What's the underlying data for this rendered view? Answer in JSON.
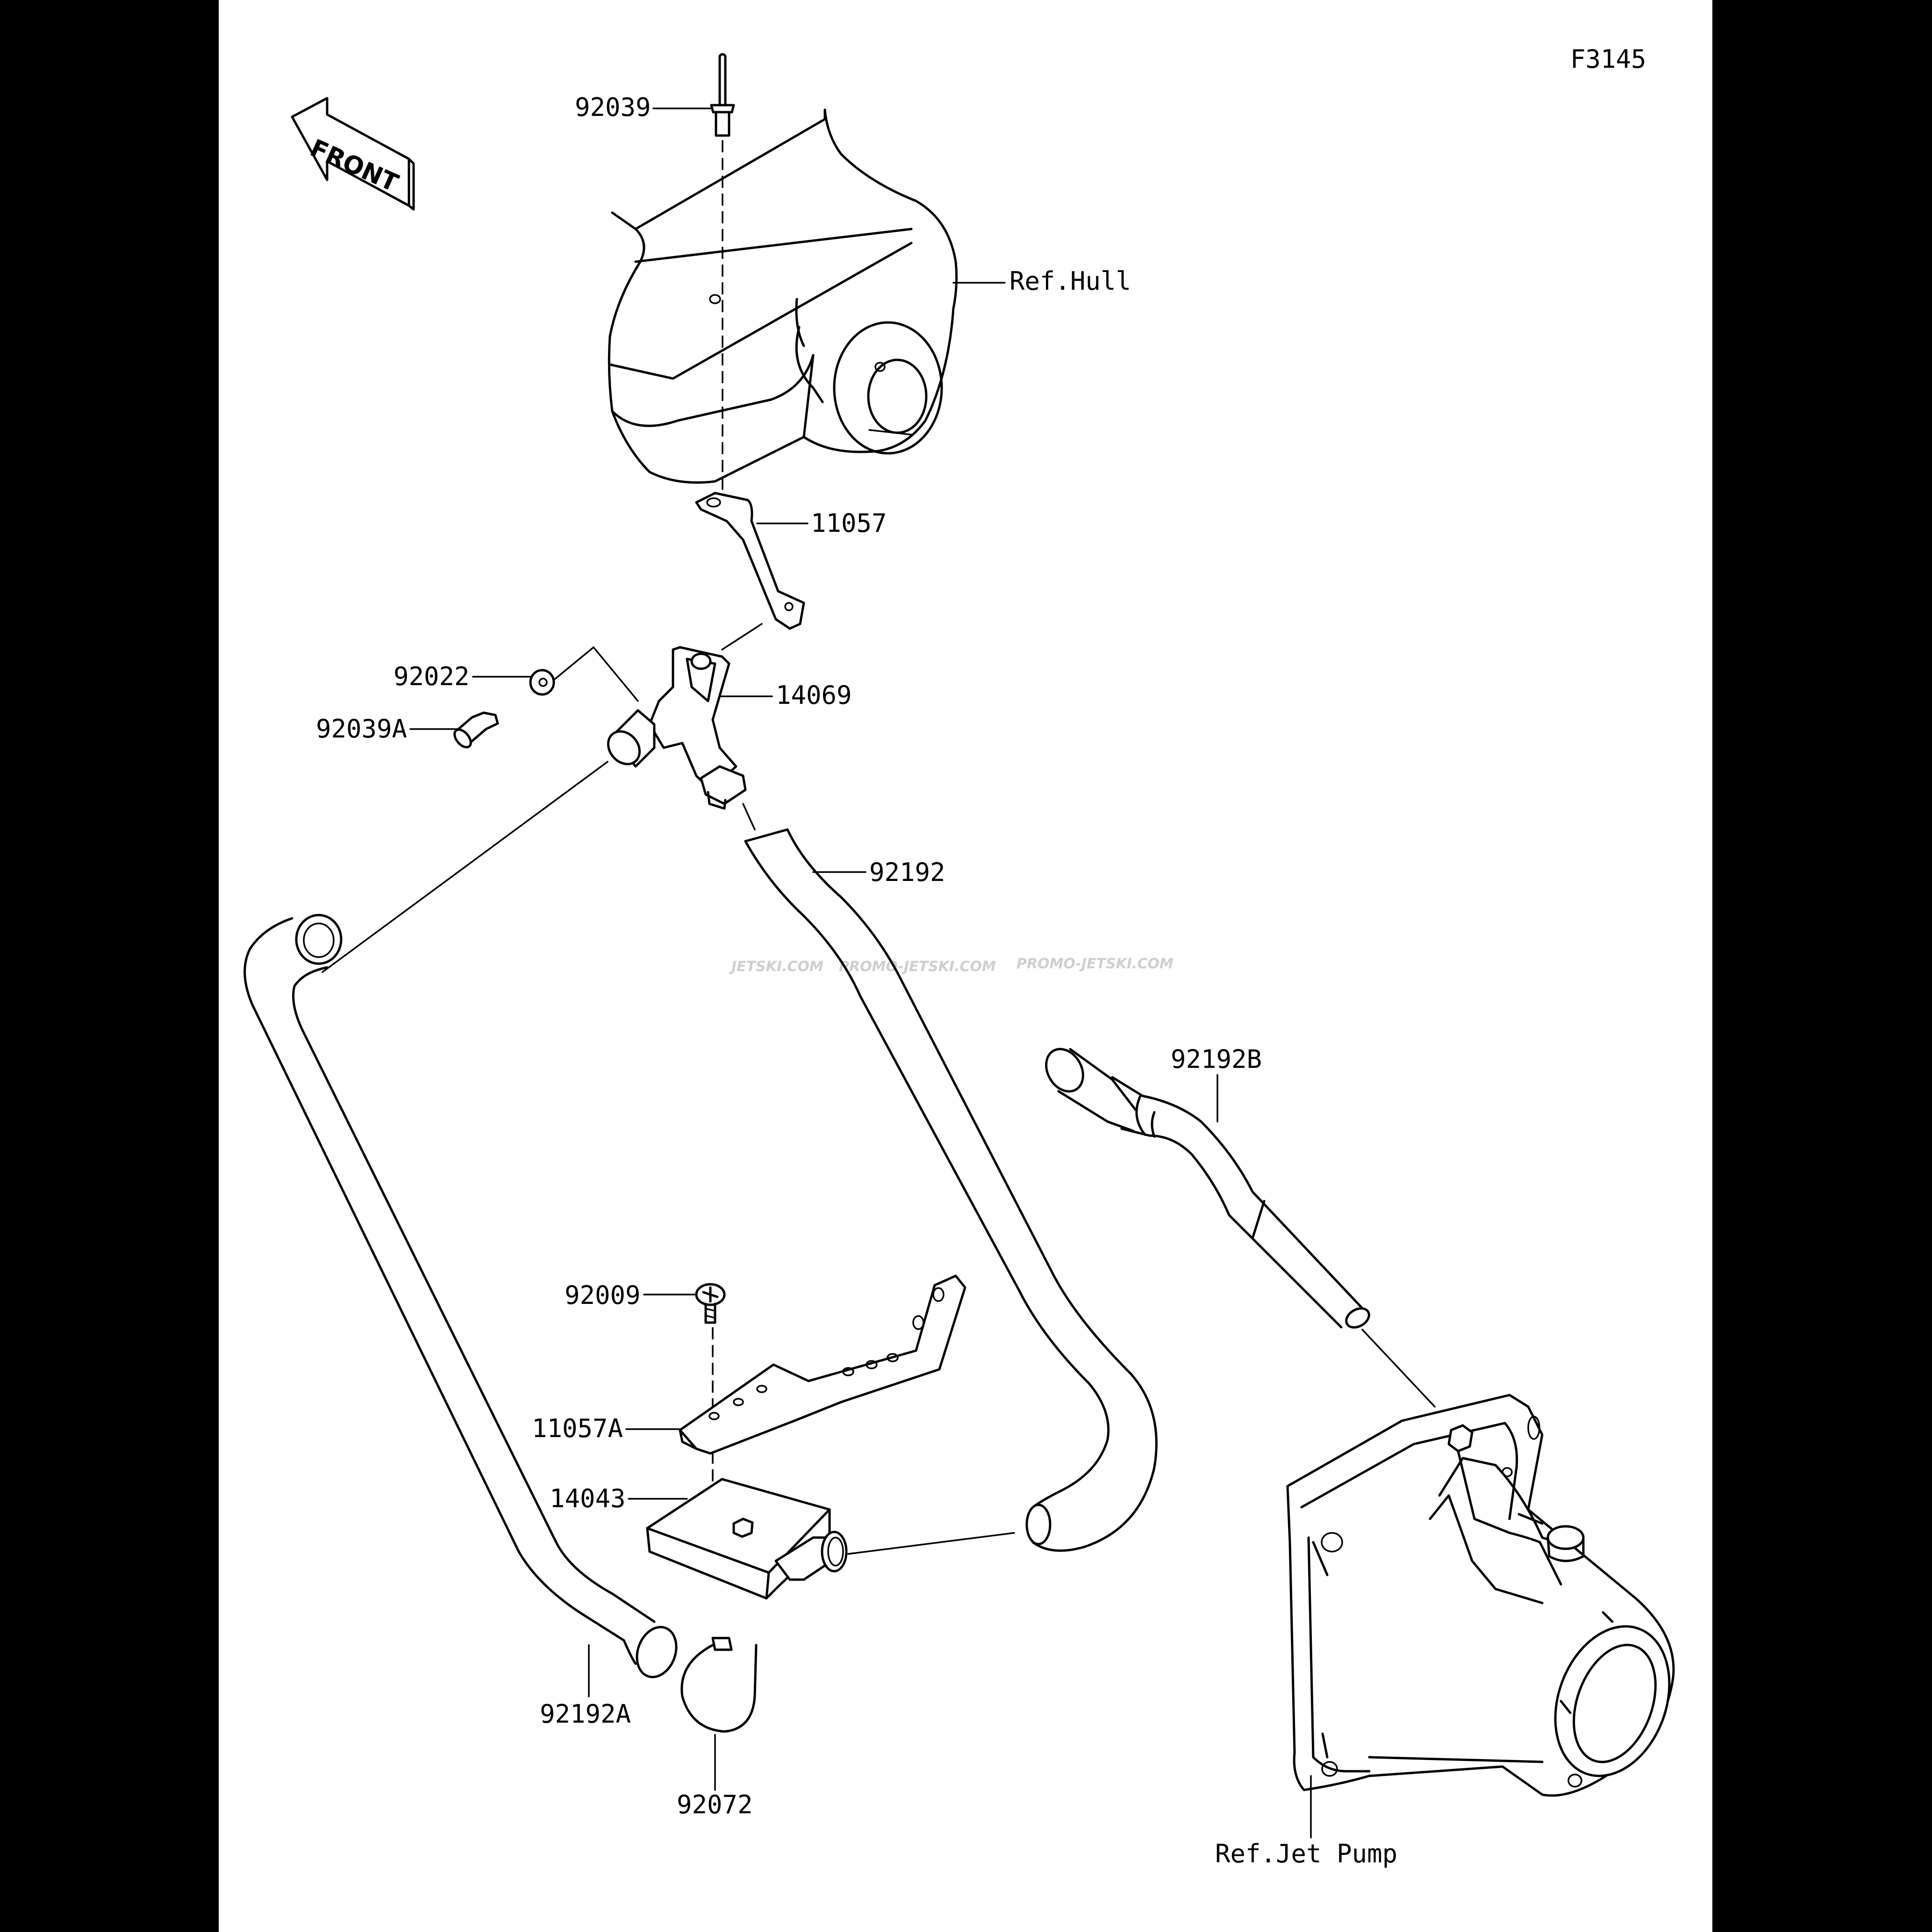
{
  "figure_id": "F3145",
  "front_label": "FRONT",
  "watermark": [
    "JETSKI.COM",
    "PROMO-JETSKI.COM",
    "PROMO-JETSKI.COM"
  ],
  "parts": {
    "p92039": "92039",
    "refHull": "Ref.Hull",
    "p11057": "11057",
    "p92022": "92022",
    "p14069": "14069",
    "p92039A": "92039A",
    "p92192": "92192",
    "p92192B": "92192B",
    "p92009": "92009",
    "p11057A": "11057A",
    "p14043": "14043",
    "p92192A": "92192A",
    "p92072": "92072",
    "refJetPump": "Ref.Jet Pump"
  }
}
